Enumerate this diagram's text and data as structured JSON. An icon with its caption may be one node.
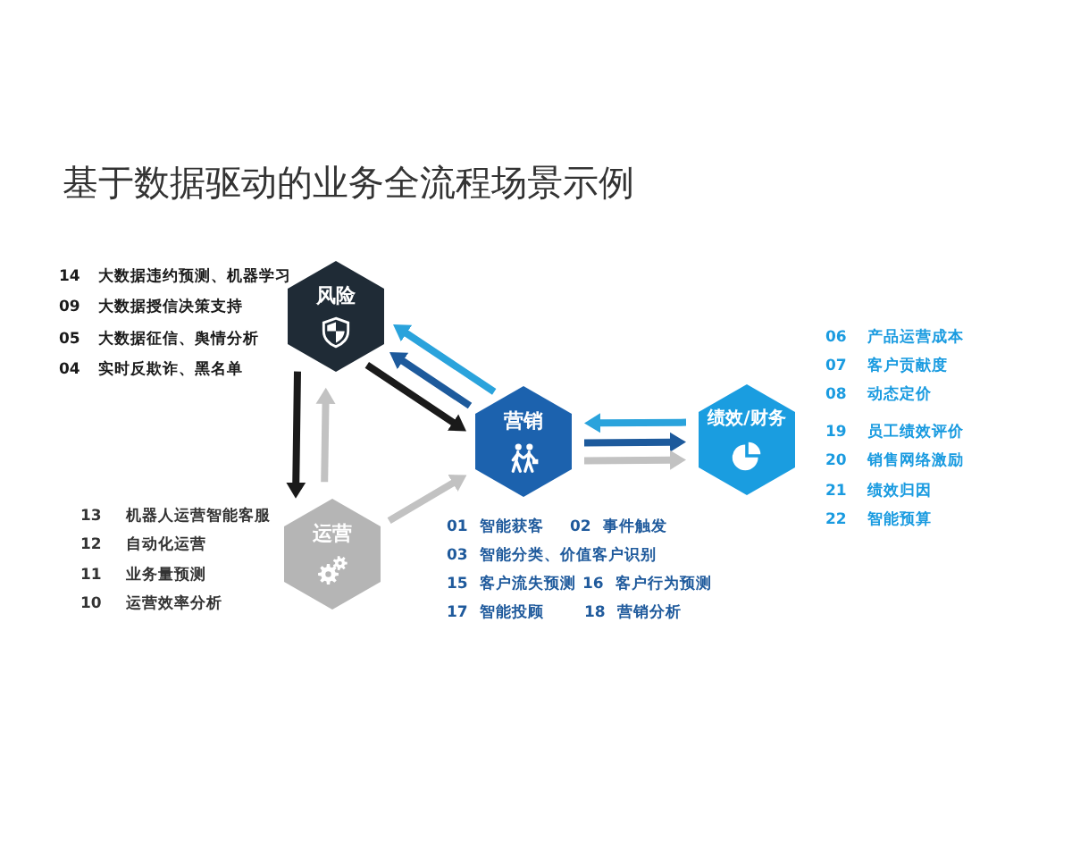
{
  "diagram": {
    "title": "基于数据驱动的业务全流程场景示例",
    "nodes": [
      {
        "text": [
          "风险"
        ],
        "beside": [
          "14 大数据违约预测、机器学习",
          "09 大数据授信决策支持",
          "05 大数据征信、舆情分析",
          "04 实时反欺诈、黑名单"
        ]
      },
      {
        "text": [
          "营销"
        ],
        "beside": [
          "01 智能获客",
          "02 事件触发",
          "03 智能分类、价值客户识别",
          "15 客户流失预测",
          "16 客户行为预测",
          "17 智能投顾",
          "18 营销分析"
        ]
      },
      {
        "text": [
          "绩效/财务"
        ],
        "beside": [
          "06 产品运营成本",
          "07 客户贡献度",
          "08 动态定价",
          "19 员工绩效评价",
          "20 销售网络激励",
          "21 绩效归因",
          "22 智能预算"
        ]
      },
      {
        "text": [
          "运营"
        ],
        "beside": [
          "13 机器人运营智能客服",
          "12 自动化运营",
          "11 业务量预测",
          "10 运营效率分析"
        ]
      }
    ],
    "edges": [
      {
        "from": 1,
        "to": 0,
        "arrow": "to",
        "color": "#2aa3dc"
      },
      {
        "from": 1,
        "to": 0,
        "arrow": "to",
        "color": "#1d5a9c"
      },
      {
        "from": 0,
        "to": 1,
        "arrow": "to",
        "color": "#1a1a1a"
      },
      {
        "from": 0,
        "to": 3,
        "arrow": "to",
        "color": "#1a1a1a"
      },
      {
        "from": 3,
        "to": 0,
        "arrow": "to",
        "color": "#c2c2c2"
      },
      {
        "from": 3,
        "to": 1,
        "arrow": "to",
        "color": "#c2c2c2"
      },
      {
        "from": 2,
        "to": 1,
        "arrow": "to",
        "color": "#2aa3dc"
      },
      {
        "from": 1,
        "to": 2,
        "arrow": "to",
        "color": "#1d5a9c"
      },
      {
        "from": 1,
        "to": 2,
        "arrow": "to",
        "color": "#c2c2c2"
      }
    ]
  }
}
